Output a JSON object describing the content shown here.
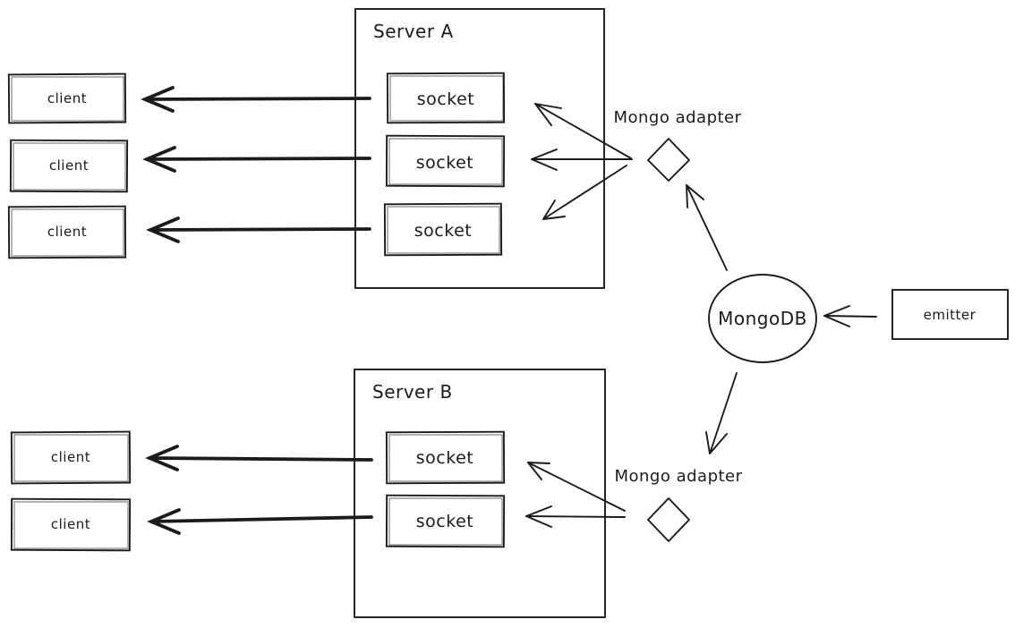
{
  "diagram": {
    "title_hint": "Socket.IO MongoDB adapter architecture sketch",
    "colors": {
      "stroke": "#1b1b1b",
      "background": "#ffffff"
    },
    "server_a": {
      "label": "Server A",
      "sockets": [
        "socket",
        "socket",
        "socket"
      ]
    },
    "server_b": {
      "label": "Server B",
      "sockets": [
        "socket",
        "socket"
      ]
    },
    "clients_top": [
      "client",
      "client",
      "client"
    ],
    "clients_bottom": [
      "client",
      "client"
    ],
    "adapter_top": {
      "label": "Mongo adapter"
    },
    "adapter_bottom": {
      "label": "Mongo adapter"
    },
    "database": {
      "label": "MongoDB"
    },
    "emitter": {
      "label": "emitter"
    }
  }
}
